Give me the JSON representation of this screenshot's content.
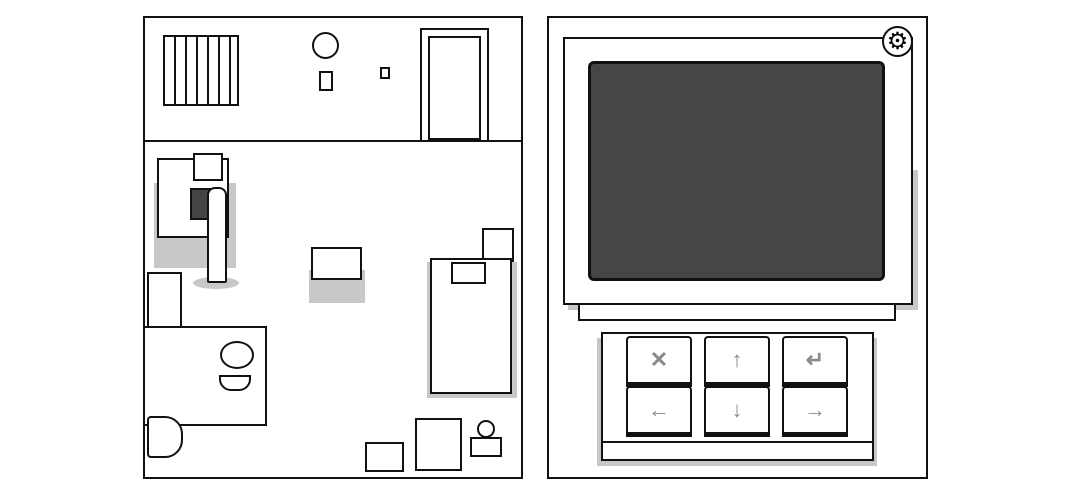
{
  "colors": {
    "screen": "#464646",
    "outline": "#111111",
    "shadow": "#c8c8c8",
    "key_glyph": "#8a8a8a"
  },
  "icons": {
    "settings": "⚙"
  },
  "keypad": [
    {
      "name": "cancel",
      "glyph": "✕"
    },
    {
      "name": "up",
      "glyph": "↑"
    },
    {
      "name": "enter",
      "glyph": "↵"
    },
    {
      "name": "left",
      "glyph": "←"
    },
    {
      "name": "down",
      "glyph": "↓"
    },
    {
      "name": "right",
      "glyph": "→"
    }
  ]
}
